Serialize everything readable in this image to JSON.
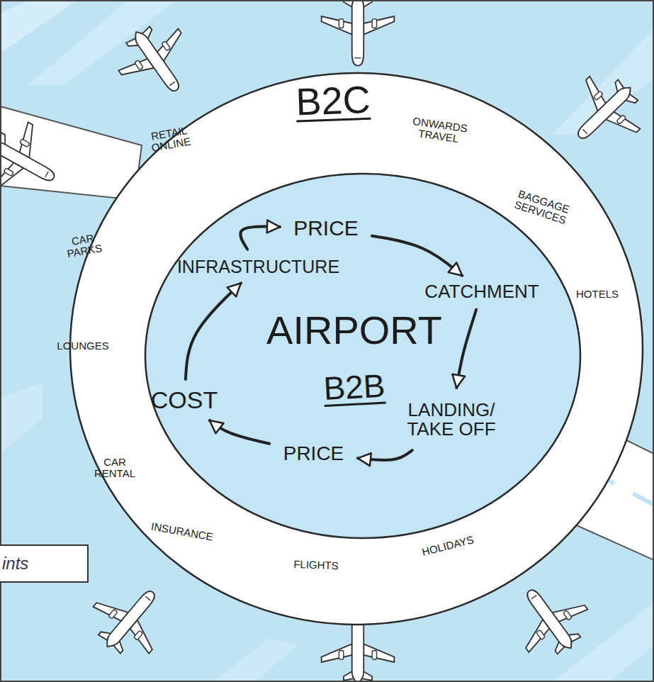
{
  "diagram": {
    "nodes": [
      {
        "text": [
          "B2C",
          "RETAIL ONLINE",
          "ONWARDS TRAVEL",
          "BAGGAGE SERVICES",
          "HOTELS",
          "HOLIDAYS",
          "FLIGHTS",
          "INSURANCE",
          "CAR RENTAL",
          "LOUNGES",
          "CAR PARKS"
        ]
      },
      {
        "text": [
          "AIRPORT",
          "B2B"
        ],
        "in": 0
      },
      {
        "text": [
          "PRICE"
        ],
        "in": 1
      },
      {
        "text": [
          "CATCHMENT"
        ],
        "in": 1
      },
      {
        "text": [
          "LANDING/ TAKE OFF"
        ],
        "in": 1
      },
      {
        "text": [
          "PRICE"
        ],
        "in": 1
      },
      {
        "text": [
          "COST"
        ],
        "in": 1
      },
      {
        "text": [
          "INFRASTRUCTURE"
        ],
        "in": 1
      },
      {
        "text": [
          "ints"
        ]
      }
    ],
    "edges": [
      {
        "from": 2,
        "to": 3,
        "arrow": "to"
      },
      {
        "from": 3,
        "to": 4,
        "arrow": "to"
      },
      {
        "from": 4,
        "to": 5,
        "arrow": "to"
      },
      {
        "from": 5,
        "to": 6,
        "arrow": "to"
      },
      {
        "from": 6,
        "to": 7,
        "arrow": "to"
      },
      {
        "from": 7,
        "to": 2,
        "arrow": "to"
      }
    ]
  }
}
